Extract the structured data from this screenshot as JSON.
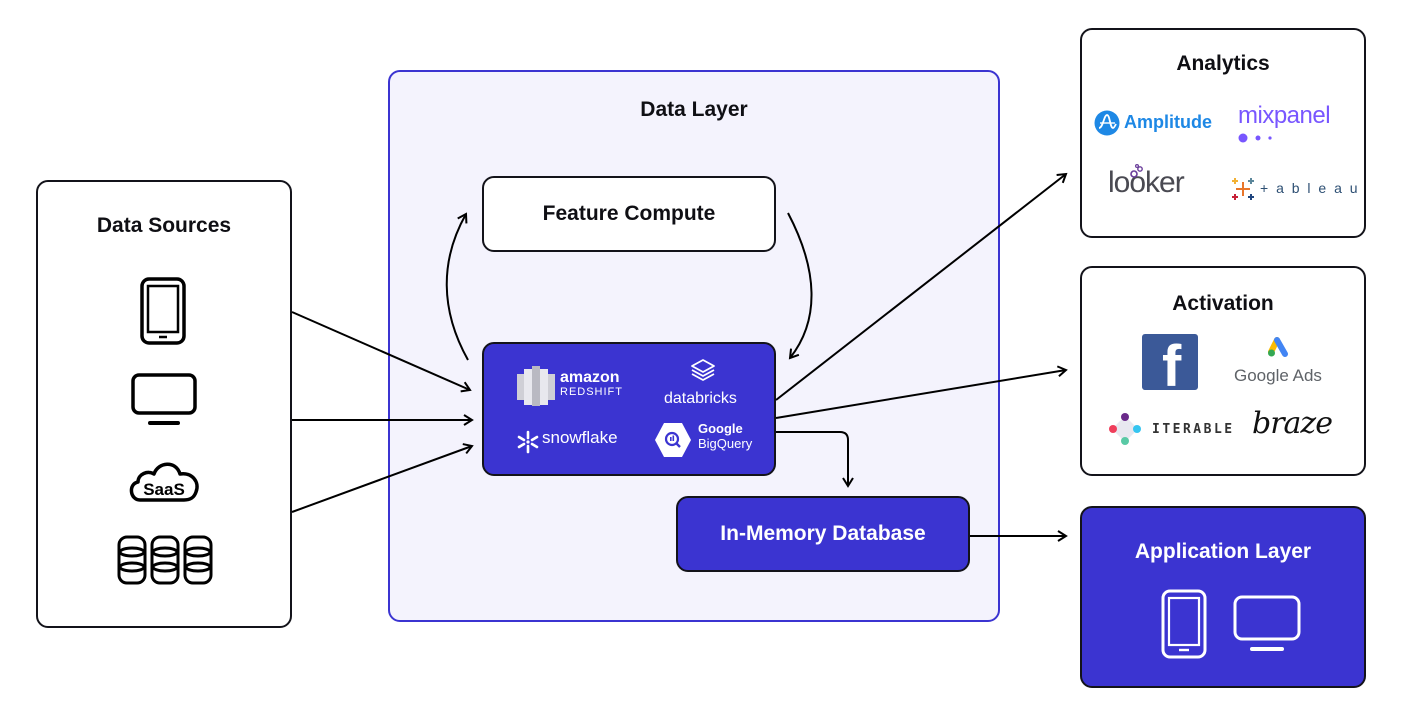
{
  "diagram": {
    "data_sources": {
      "title": "Data Sources",
      "icons": [
        "mobile-phone-icon",
        "monitor-icon",
        "saas-cloud-icon",
        "databases-icon"
      ],
      "saas_label": "SaaS"
    },
    "data_layer": {
      "title": "Data Layer",
      "feature_compute": "Feature Compute",
      "warehouses": {
        "redshift": {
          "line1": "amazon",
          "line2": "REDSHIFT"
        },
        "databricks": "databricks",
        "snowflake": "snowflake",
        "bigquery": {
          "line1": "Google",
          "line2": "BigQuery"
        }
      },
      "in_memory_db": "In-Memory Database"
    },
    "analytics": {
      "title": "Analytics",
      "tools": {
        "amplitude": "Amplitude",
        "mixpanel": "mixpanel",
        "looker": "looker",
        "tableau": "+ a b l e a u"
      }
    },
    "activation": {
      "title": "Activation",
      "tools": {
        "facebook": "f",
        "google_ads": "Google Ads",
        "iterable": "ITERABLE",
        "braze": "braze"
      }
    },
    "application_layer": {
      "title": "Application Layer",
      "icons": [
        "mobile-phone-icon",
        "monitor-icon"
      ]
    },
    "colors": {
      "primary_blue": "#3b34d1",
      "data_layer_bg": "#f4f3fd",
      "border_dark": "#13131a",
      "amplitude": "#1e88e5",
      "mixpanel": "#7856ff",
      "looker_purple": "#6a3d9a",
      "facebook": "#3b5998"
    }
  }
}
